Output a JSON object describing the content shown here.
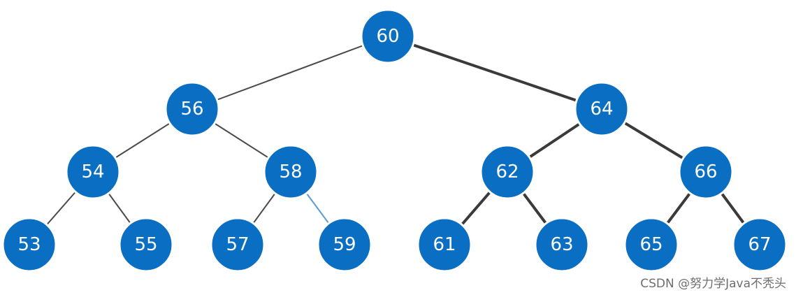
{
  "tree": {
    "nodes": [
      {
        "id": "n60",
        "label": "60"
      },
      {
        "id": "n56",
        "label": "56"
      },
      {
        "id": "n64",
        "label": "64"
      },
      {
        "id": "n54",
        "label": "54"
      },
      {
        "id": "n58",
        "label": "58"
      },
      {
        "id": "n62",
        "label": "62"
      },
      {
        "id": "n66",
        "label": "66"
      },
      {
        "id": "n53",
        "label": "53"
      },
      {
        "id": "n55",
        "label": "55"
      },
      {
        "id": "n57",
        "label": "57"
      },
      {
        "id": "n59",
        "label": "59"
      },
      {
        "id": "n61",
        "label": "61"
      },
      {
        "id": "n63",
        "label": "63"
      },
      {
        "id": "n65",
        "label": "65"
      },
      {
        "id": "n67",
        "label": "67"
      }
    ],
    "edges": [
      {
        "from": "n60",
        "to": "n56",
        "style": "thin"
      },
      {
        "from": "n60",
        "to": "n64",
        "style": "thick"
      },
      {
        "from": "n56",
        "to": "n54",
        "style": "thin"
      },
      {
        "from": "n56",
        "to": "n58",
        "style": "thin"
      },
      {
        "from": "n64",
        "to": "n62",
        "style": "thick"
      },
      {
        "from": "n64",
        "to": "n66",
        "style": "thick"
      },
      {
        "from": "n54",
        "to": "n53",
        "style": "thin"
      },
      {
        "from": "n54",
        "to": "n55",
        "style": "thin"
      },
      {
        "from": "n58",
        "to": "n57",
        "style": "thin"
      },
      {
        "from": "n58",
        "to": "n59",
        "style": "blue"
      },
      {
        "from": "n62",
        "to": "n61",
        "style": "thick"
      },
      {
        "from": "n62",
        "to": "n63",
        "style": "thick"
      },
      {
        "from": "n66",
        "to": "n65",
        "style": "thick"
      },
      {
        "from": "n66",
        "to": "n67",
        "style": "thick"
      }
    ],
    "node_color": "#0a6fc2",
    "highlight_edge_color": "#5b9bd5"
  },
  "watermark": "CSDN @努力学Java不秃头"
}
